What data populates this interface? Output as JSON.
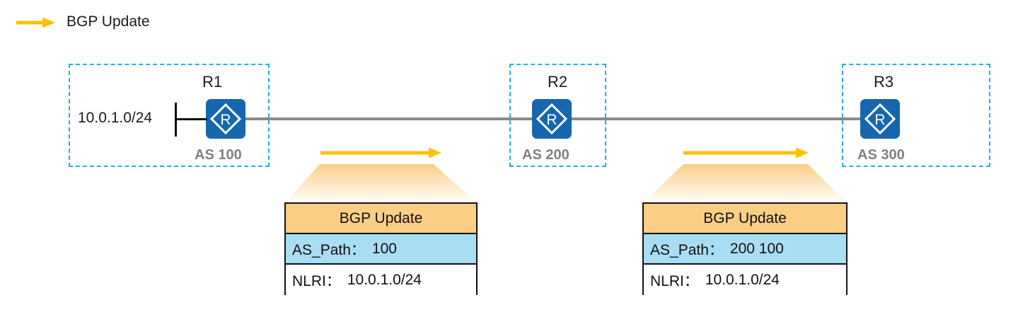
{
  "legend": {
    "icon": "arrow-right-icon",
    "label": "BGP Update",
    "arrow_color": "#FFC000"
  },
  "colors": {
    "as_border": "#1FAEEF",
    "router_blue": "#1667AE",
    "as_label_gray": "#808080",
    "link_gray": "#898989",
    "arrow_yellow": "#FFC000",
    "table_header_orange": "#FBCE86",
    "table_aspath_blue": "#A9DDF3",
    "table_border": "#121212"
  },
  "network": {
    "advertised_prefix": "10.0.1.0/24",
    "routers": [
      {
        "name": "R1",
        "as_label": "AS 100",
        "as_number": "100"
      },
      {
        "name": "R2",
        "as_label": "AS 200",
        "as_number": "200"
      },
      {
        "name": "R3",
        "as_label": "AS 300",
        "as_number": "300"
      }
    ]
  },
  "flows": [
    {
      "name": "r1-to-r2",
      "label": "BGP Update"
    },
    {
      "name": "r2-to-r3",
      "label": "BGP Update"
    }
  ],
  "messages": [
    {
      "title": "BGP Update",
      "as_path_key": "AS_Path：",
      "as_path_value": "100",
      "nlri_key": "NLRI：",
      "nlri_value": "10.0.1.0/24"
    },
    {
      "title": "BGP Update",
      "as_path_key": "AS_Path：",
      "as_path_value": "200 100",
      "nlri_key": "NLRI：",
      "nlri_value": "10.0.1.0/24"
    }
  ]
}
